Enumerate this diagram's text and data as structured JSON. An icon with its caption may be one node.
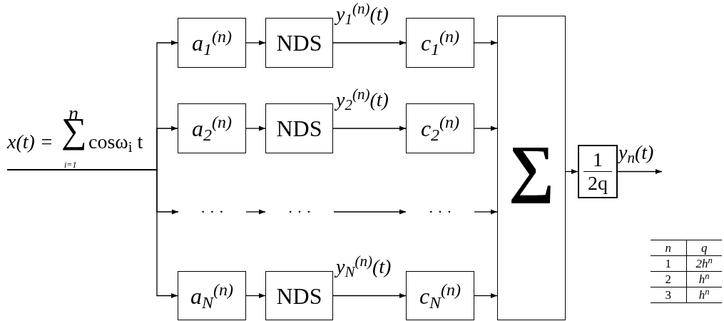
{
  "diagram": {
    "nodes": [
      {
        "text": [
          "a$_{1}$$^{(n)}$"
        ]
      },
      {
        "text": [
          "NDS"
        ]
      },
      {
        "text": [
          "c$_{1}$$^{(n)}$"
        ]
      },
      {
        "text": [
          "a$_{2}$$^{(n)}$"
        ]
      },
      {
        "text": [
          "NDS"
        ]
      },
      {
        "text": [
          "c$_{2}$$^{(n)}$"
        ]
      },
      {
        "text": [
          "a$_{N}$$^{(n)}$"
        ]
      },
      {
        "text": [
          "NDS"
        ]
      },
      {
        "text": [
          "c$_{N}$$^{(n)}$"
        ]
      },
      {
        "text": [
          "∑"
        ]
      },
      {
        "text": [
          "1",
          "2q"
        ]
      },
      {
        "text": [
          "· · ·"
        ]
      },
      {
        "text": [
          "· · ·"
        ]
      },
      {
        "text": [
          "· · ·"
        ]
      }
    ],
    "edges": [
      {
        "from": null,
        "to": 0,
        "arrow": "to"
      },
      {
        "from": null,
        "to": 3,
        "arrow": "to"
      },
      {
        "from": null,
        "to": 11,
        "arrow": "to"
      },
      {
        "from": null,
        "to": 6,
        "arrow": "to"
      },
      {
        "from": 0,
        "to": 1,
        "arrow": "to"
      },
      {
        "from": 1,
        "to": 2,
        "arrow": "to",
        "label": "y$_{1}$$^{(n)}$(t)"
      },
      {
        "from": 3,
        "to": 4,
        "arrow": "to"
      },
      {
        "from": 4,
        "to": 5,
        "arrow": "to",
        "label": "y$_{2}$$^{(n)}$(t)"
      },
      {
        "from": 11,
        "to": 12,
        "arrow": "to"
      },
      {
        "from": 12,
        "to": 13,
        "arrow": "to"
      },
      {
        "from": 6,
        "to": 7,
        "arrow": "to"
      },
      {
        "from": 7,
        "to": 8,
        "arrow": "to",
        "label": "y$_{N}$$^{(n)}$(t)"
      },
      {
        "from": 2,
        "to": 9,
        "arrow": "to"
      },
      {
        "from": 5,
        "to": 9,
        "arrow": "to"
      },
      {
        "from": 13,
        "to": 9,
        "arrow": "to"
      },
      {
        "from": 8,
        "to": 9,
        "arrow": "to"
      },
      {
        "from": 9,
        "to": 10,
        "arrow": "to"
      },
      {
        "from": 10,
        "to": null,
        "arrow": "to",
        "label": "y$_{n}$(t)"
      }
    ],
    "labels": [
      "x(t) =",
      "n",
      "∑",
      "i=1",
      "cosω$_{i}$ t",
      "n",
      "q",
      "1",
      "2h$^{n}$",
      "2",
      "h$^{n}$",
      "3",
      "h$^{n}$"
    ]
  }
}
